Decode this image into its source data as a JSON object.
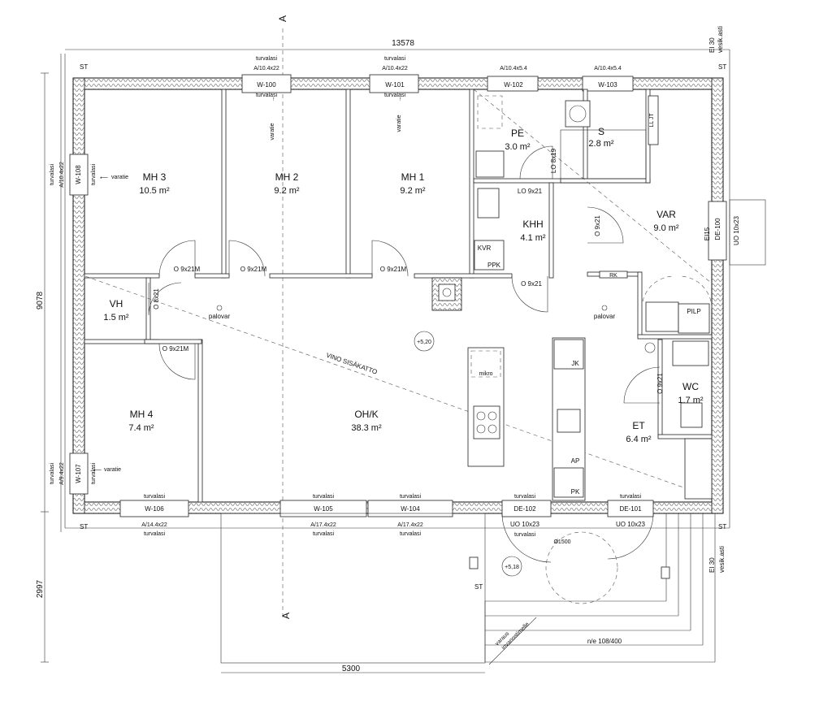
{
  "dimensions": {
    "overall_width": "13578",
    "overall_depth": "9078",
    "terrace_depth": "2997",
    "terrace_width": "5300",
    "railing_note": "n/e 108/400"
  },
  "section_marks": {
    "top": "A",
    "bottom": "A"
  },
  "corner_marks": {
    "st_top_left": "ST",
    "st_top_right": "ST",
    "st_bottom_left": "ST",
    "st_bottom_right": "ST",
    "st_terrace": "ST"
  },
  "fire_notes": {
    "top_right_a": "EI 30",
    "top_right_b": "vesik.asti",
    "bottom_right_a": "EI 30",
    "bottom_right_b": "vesik.asti",
    "ei15": "EI15"
  },
  "rooms": {
    "mh3": {
      "name": "MH 3",
      "area": "10.5 m²"
    },
    "mh2": {
      "name": "MH 2",
      "area": "9.2 m²"
    },
    "mh1": {
      "name": "MH 1",
      "area": "9.2 m²"
    },
    "pe": {
      "name": "PE",
      "area": "3.0 m²"
    },
    "s": {
      "name": "S",
      "area": "2.8 m²"
    },
    "khh": {
      "name": "KHH",
      "area": "4.1 m²"
    },
    "var": {
      "name": "VAR",
      "area": "9.0 m²"
    },
    "vh": {
      "name": "VH",
      "area": "1.5 m²"
    },
    "mh4": {
      "name": "MH 4",
      "area": "7.4 m²"
    },
    "ohk": {
      "name": "OH/K",
      "area": "38.3 m²"
    },
    "wc": {
      "name": "WC",
      "area": "1.7 m²"
    },
    "et": {
      "name": "ET",
      "area": "6.4 m²"
    }
  },
  "doors": {
    "mh3": "O 9x21M",
    "mh2": "O 9x21M",
    "mh1": "O 9x21M",
    "mh4": "O 9x21M",
    "vh": "O 8x21",
    "kitchen": "O 9x21",
    "khh": "LO 9x21",
    "pe": "LO 8x19",
    "var": "O 9x21",
    "wc": "O 9x21"
  },
  "windows": {
    "w100": {
      "id": "W-100",
      "size": "A/10.4x22",
      "note_a": "turvalasi",
      "note_b": "turvalasi"
    },
    "w101": {
      "id": "W-101",
      "size": "A/10.4x22",
      "note_a": "turvalasi",
      "note_b": "turvalasi"
    },
    "w102": {
      "id": "W-102",
      "size": "A/10.4x5.4"
    },
    "w103": {
      "id": "W-103",
      "size": "A/10.4x5.4"
    },
    "w108": {
      "id": "W-108",
      "size": "A/10.4x22",
      "note_a": "turvalasi",
      "note_b": "turvalasi"
    },
    "w107": {
      "id": "W-107",
      "size": "A/9.4x22",
      "note_a": "turvalasi",
      "note_b": "turvalasi"
    },
    "w106": {
      "id": "W-106",
      "size": "A/14.4x22",
      "note_a": "turvalasi",
      "note_b": "turvalasi"
    },
    "w105": {
      "id": "W-105",
      "size": "A/17.4x22",
      "note_a": "turvalasi",
      "note_b": "turvalasi"
    },
    "w104": {
      "id": "W-104",
      "size": "A/17.4x22",
      "note_a": "turvalasi",
      "note_b": "turvalasi"
    }
  },
  "exterior_doors": {
    "de100": {
      "id": "DE-100",
      "size": "UO 10x23"
    },
    "de102": {
      "id": "DE-102",
      "size": "UO 10x23",
      "note_a": "turvalasi",
      "note_b": "turvalasi"
    },
    "de101": {
      "id": "DE-101",
      "size": "UO 10x23",
      "note_a": "turvalasi"
    }
  },
  "annotations": {
    "varatie": "varatie",
    "palovar": "palovar",
    "sloped_ceiling": "VINO SISÄKATTO",
    "level_inside": "+5,20",
    "level_terrace": "+5,18",
    "terrace_diameter": "Ø1500",
    "mikro": "mikro",
    "jk": "JK",
    "ap": "AP",
    "pk": "PK",
    "kvr": "KVR",
    "ppk": "PPK",
    "pilp": "PILP",
    "rk": "RK",
    "llt": "LL JT",
    "ramp_a": "varaus",
    "ramp_b": "invanostimelle"
  },
  "colors": {
    "line": "#111111",
    "hatch": "#555555"
  }
}
